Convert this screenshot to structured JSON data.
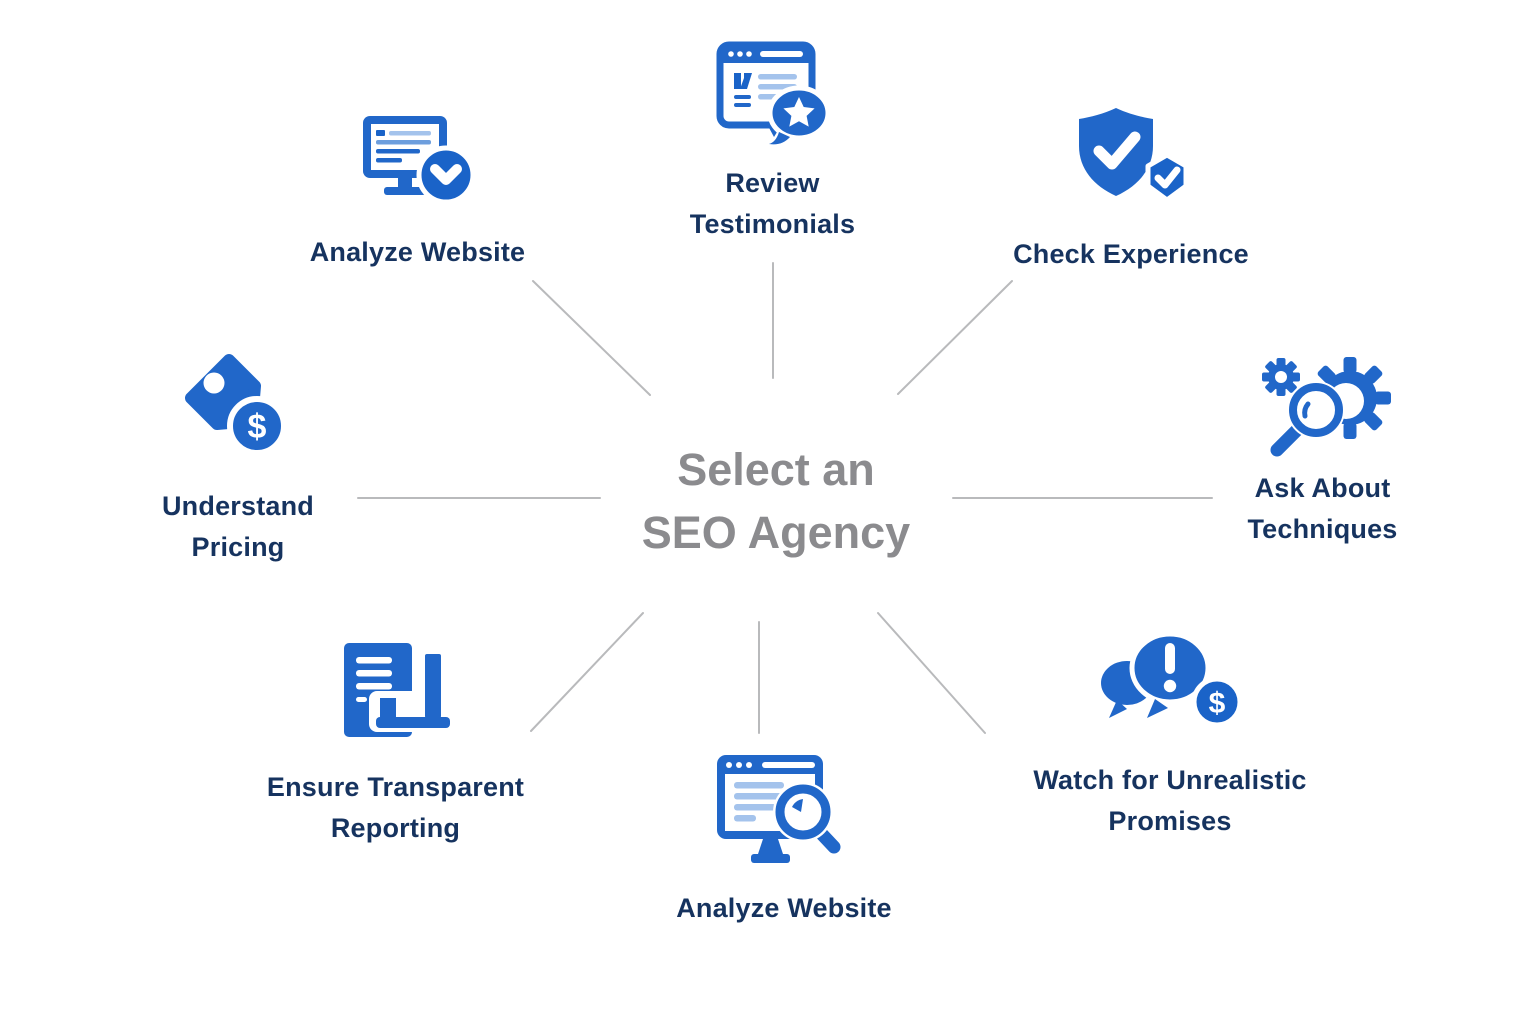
{
  "center": {
    "line1": "Select an",
    "line2": "SEO Agency"
  },
  "items": [
    {
      "id": "analyze-website-top",
      "icon": "monitor-check-icon",
      "label_line1": "Analyze Website",
      "label_line2": ""
    },
    {
      "id": "review-testimonials",
      "icon": "browser-feedback-icon",
      "label_line1": "Review",
      "label_line2": "Testimonials"
    },
    {
      "id": "check-experience",
      "icon": "shield-check-icon",
      "label_line1": "Check Experience",
      "label_line2": ""
    },
    {
      "id": "ask-about-techniques",
      "icon": "gears-magnifier-icon",
      "label_line1": "Ask About",
      "label_line2": "Techniques"
    },
    {
      "id": "watch-unrealistic-promises",
      "icon": "alert-bubble-dollar-icon",
      "label_line1": "Watch for Unrealistic",
      "label_line2": "Promises"
    },
    {
      "id": "analyze-website-bottom",
      "icon": "browser-magnifier-icon",
      "label_line1": "Analyze Website",
      "label_line2": ""
    },
    {
      "id": "ensure-transparent-reporting",
      "icon": "report-chart-icon",
      "label_line1": "Ensure Transparent",
      "label_line2": "Reporting"
    },
    {
      "id": "understand-pricing",
      "icon": "price-tag-icon",
      "label_line1": "Understand",
      "label_line2": "Pricing"
    }
  ],
  "colors": {
    "primary_blue": "#2167c9",
    "badge_blue": "#1a63c8",
    "light_blue": "#a4c3ec",
    "mid_blue": "#6d9edd",
    "label_navy": "#16335f",
    "center_gray": "#8b8b8e",
    "connector_gray": "#b9babc"
  }
}
